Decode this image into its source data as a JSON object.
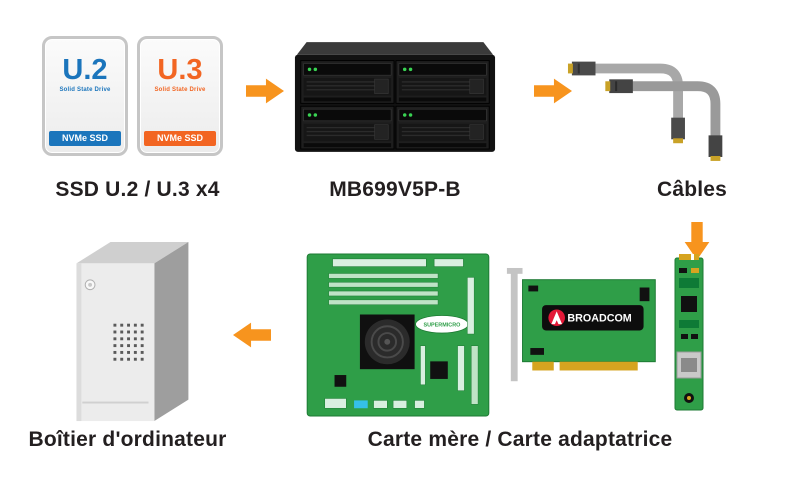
{
  "captions": {
    "ssd": "SSD U.2 / U.3 x4",
    "enclosure": "MB699V5P-B",
    "cables": "Câbles",
    "computer_case": "Boîtier d'ordinateur",
    "motherboard": "Carte mère / Carte adaptatrice"
  },
  "ssd_u2": {
    "name": "U.2",
    "subtitle": "Solid State Drive",
    "badge": "NVMe SSD",
    "color": "#1B75BC"
  },
  "ssd_u3": {
    "name": "U.3",
    "subtitle": "Solid State Drive",
    "badge": "NVMe SSD",
    "color": "#F26522"
  },
  "brands": {
    "motherboard_logo": "SUPERMICRO",
    "adapter_logo": "BROADCOM"
  },
  "colors": {
    "arrow_orange": "#F7941E",
    "u2_blue": "#1B75BC",
    "u3_orange": "#F26522",
    "pcb_green": "#2F9E48",
    "caption_text": "#231F20"
  }
}
